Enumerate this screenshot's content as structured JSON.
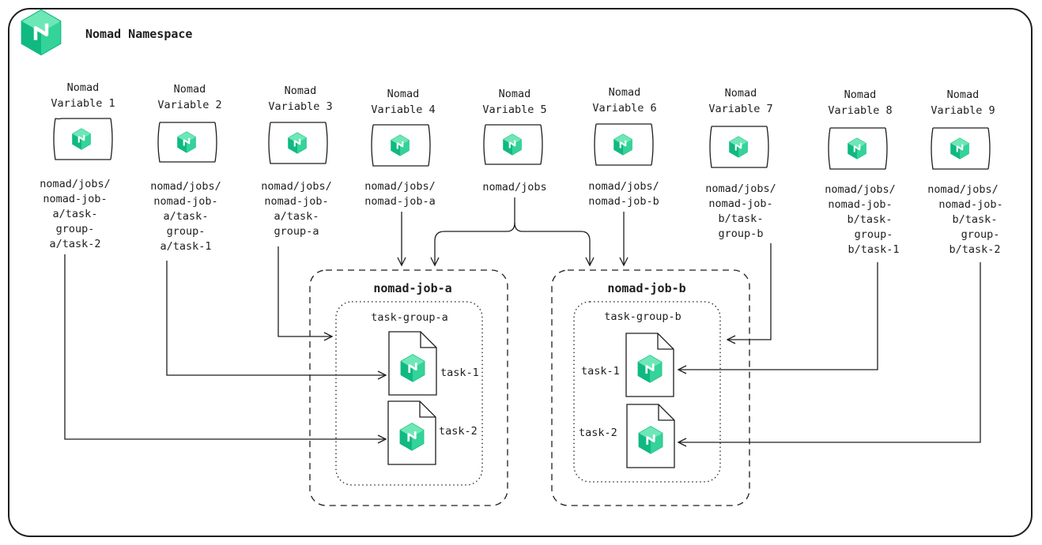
{
  "namespace": {
    "title": "Nomad Namespace",
    "logo": "nomad-logo-icon"
  },
  "variables": [
    {
      "label": [
        "Nomad",
        "Variable 1"
      ],
      "path": [
        "nomad/jobs/",
        "nomad-job-",
        "a/task-",
        "group-",
        "a/task-2"
      ]
    },
    {
      "label": [
        "Nomad",
        "Variable 2"
      ],
      "path": [
        "nomad/jobs/",
        "nomad-job-",
        "a/task-",
        "group-",
        "a/task-1"
      ]
    },
    {
      "label": [
        "Nomad",
        "Variable 3"
      ],
      "path": [
        "nomad/jobs/",
        "nomad-job-",
        "a/task-",
        "group-a"
      ]
    },
    {
      "label": [
        "Nomad",
        "Variable 4"
      ],
      "path": [
        "nomad/jobs/",
        "nomad-job-a"
      ]
    },
    {
      "label": [
        "Nomad",
        "Variable 5"
      ],
      "path": [
        "nomad/jobs"
      ]
    },
    {
      "label": [
        "Nomad",
        "Variable 6"
      ],
      "path": [
        "nomad/jobs/",
        "nomad-job-b"
      ]
    },
    {
      "label": [
        "Nomad",
        "Variable 7"
      ],
      "path": [
        "nomad/jobs/",
        "nomad-job-",
        "b/task-",
        "group-b"
      ]
    },
    {
      "label": [
        "Nomad",
        "Variable 8"
      ],
      "path": [
        "nomad/jobs/",
        "nomad-job-",
        "b/task-",
        "group-",
        "b/task-1"
      ]
    },
    {
      "label": [
        "Nomad",
        "Variable 9"
      ],
      "path": [
        "nomad/jobs/",
        "nomad-job-",
        "b/task-",
        "group-",
        "b/task-2"
      ]
    }
  ],
  "jobs": [
    {
      "name": "nomad-job-a",
      "group": "task-group-a",
      "tasks": [
        "task-1",
        "task-2"
      ]
    },
    {
      "name": "nomad-job-b",
      "group": "task-group-b",
      "tasks": [
        "task-1",
        "task-2"
      ]
    }
  ],
  "colors": {
    "stroke": "#1e1e1e",
    "logo_light": "#6ee7b7",
    "logo_dark": "#10b981"
  }
}
